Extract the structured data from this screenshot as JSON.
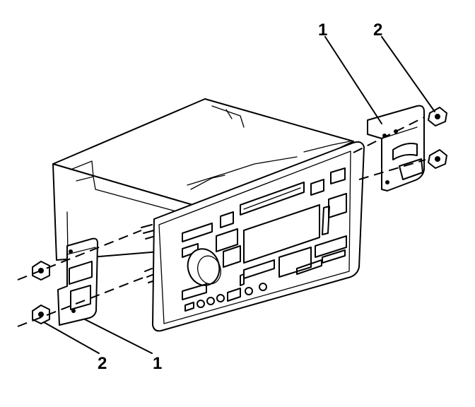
{
  "callouts": {
    "bracket_right": "1",
    "nut_right": "2",
    "bracket_left": "1",
    "nut_left": "2"
  }
}
